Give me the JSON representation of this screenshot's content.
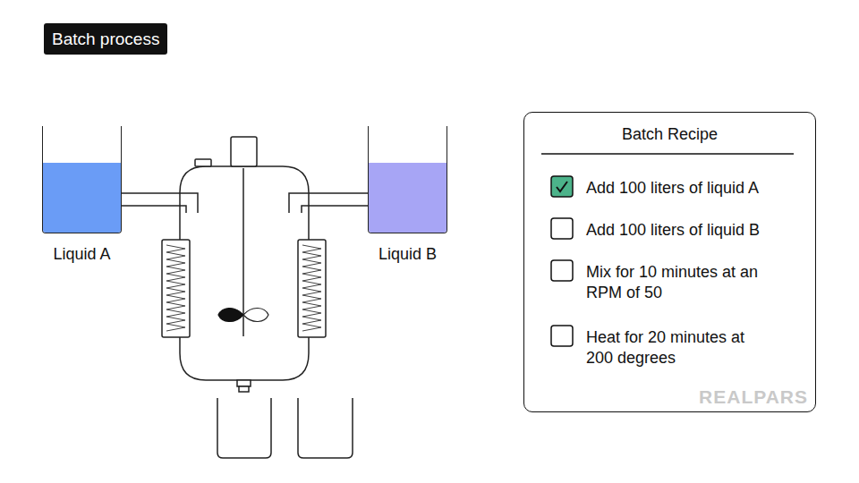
{
  "diagram": {
    "title": "Batch process",
    "nodes": [
      {
        "text": [
          "Liquid A"
        ]
      },
      {
        "text": [
          "Liquid B"
        ]
      },
      {
        "text": [
          "Batch Recipe",
          "Add 100 liters of liquid A",
          "Add 100 liters of liquid B",
          "Mix for 10 minutes at an RPM of 50",
          "Heat for 20 minutes at 200 degrees"
        ]
      }
    ],
    "labels": [
      "REALPARS"
    ]
  }
}
